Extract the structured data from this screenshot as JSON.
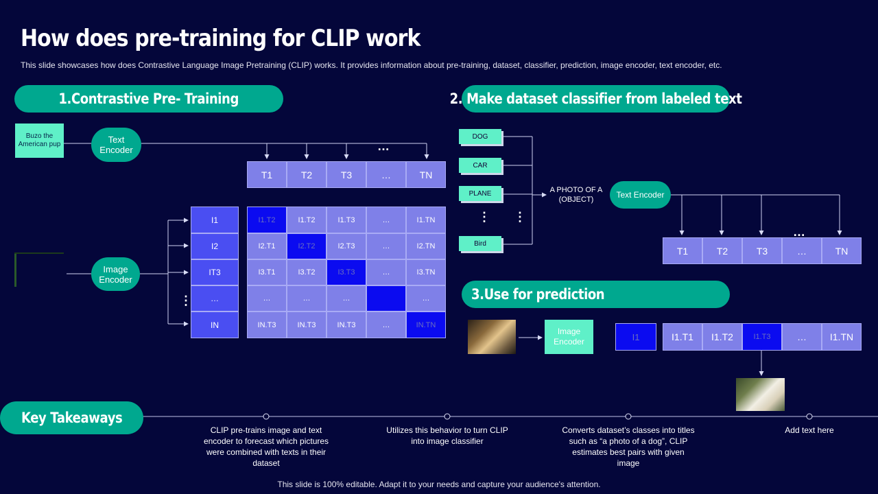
{
  "title": "How does pre-training for CLIP work",
  "subtitle": "This slide showcases how does Contrastive Language Image Pretraining (CLIP) works. It provides information about pre-training, dataset, classifier, prediction, image encoder, text encoder, etc.",
  "sections": {
    "s1": "1.Contrastive Pre- Training",
    "s2": "2. Make dataset classifier from labeled text",
    "s3": "3.Use for prediction",
    "takeaways": "Key Takeaways"
  },
  "pretraining": {
    "text_input": "Buzo the American pup",
    "text_encoder": "Text Encoder",
    "image_encoder": "Image Encoder",
    "t_header": [
      "T1",
      "T2",
      "T3",
      "…",
      "TN"
    ],
    "i_column": [
      "I1",
      "I2",
      "IT3",
      "…",
      "IN"
    ],
    "matrix": [
      [
        "I1.T2",
        "I1.T2",
        "I1.T3",
        "…",
        "I1.TN"
      ],
      [
        "I2.T1",
        "I2.T2",
        "I2.T3",
        "…",
        "I2.TN"
      ],
      [
        "I3.T1",
        "I3.T2",
        "I3.T3",
        "…",
        "I3.TN"
      ],
      [
        "…",
        "…",
        "…",
        "",
        "…"
      ],
      [
        "IN.T3",
        "IN.T3",
        "IN.T3",
        "…",
        "IN.TN"
      ]
    ],
    "ellipsis": "…",
    "vdots": "⋮"
  },
  "dataset": {
    "labels": [
      "DOG",
      "CAR",
      "PLANE",
      "Bird"
    ],
    "prompt": "A PHOTO OF A (OBJECT)",
    "text_encoder": "Text Encoder",
    "t_header": [
      "T1",
      "T2",
      "T3",
      "…",
      "TN"
    ],
    "ellipsis": "…",
    "vdots": "⋮"
  },
  "prediction": {
    "image_encoder": "Image Encoder",
    "i_cell": "I1",
    "row": [
      "I1.T1",
      "I1.T2",
      "I1.T3",
      "…",
      "I1.TN"
    ]
  },
  "takeaways": [
    "CLIP pre-trains image and text encoder to forecast which pictures were combined with texts in their dataset",
    "Utilizes this behavior to turn CLIP into image classifier",
    "Converts dataset’s classes into titles such as “a photo of a dog”, CLIP estimates best pairs with given image",
    "Add text here"
  ],
  "footer": "This slide is 100% editable. Adapt it to your needs and capture your audience's attention.",
  "colors": {
    "background": "#04063a",
    "pill": "#00a88f",
    "mint": "#5ff0c8",
    "cell": "#7f80e8",
    "highlight": "#0b0bf0"
  }
}
